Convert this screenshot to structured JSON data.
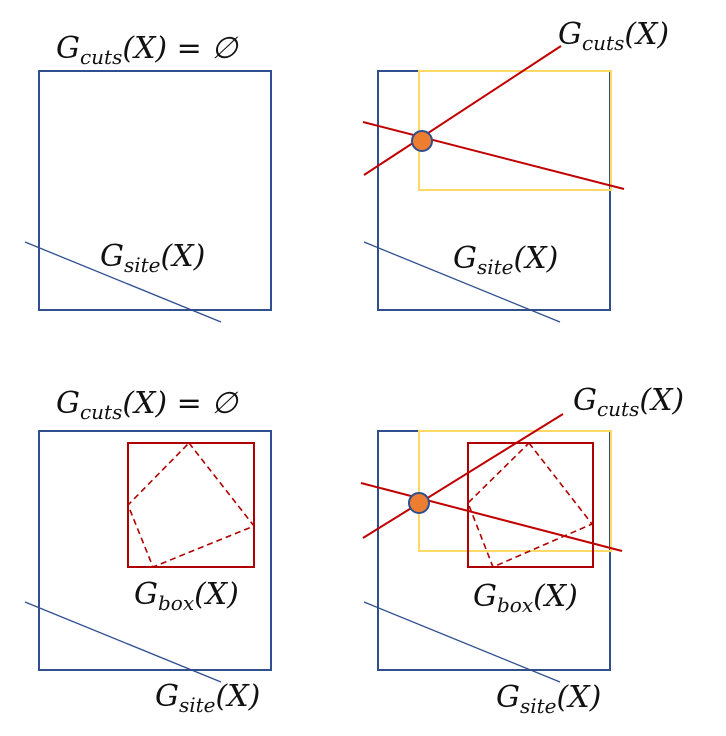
{
  "colors": {
    "site_blue": "#2f4f8f",
    "cut_red": "#c00000",
    "yellow": "#ffd966",
    "box_red": "#b00000",
    "point_orange": "#ed7d31"
  },
  "labels": {
    "g": "G",
    "cuts_sub": "cuts",
    "site_sub": "site",
    "box_sub": "box",
    "arg": "(X)",
    "empty_eq": " = ∅"
  }
}
